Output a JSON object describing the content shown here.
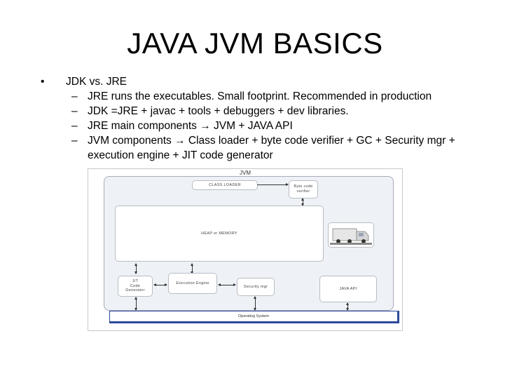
{
  "slide": {
    "title": "JAVA JVM BASICS",
    "bullet_marker": "•",
    "dash_marker": "–",
    "arrow_glyph": "→",
    "bullet": "JDK vs. JRE",
    "sub": {
      "s1": "JRE runs the executables. Small footprint. Recommended in production",
      "s2": "JDK =JRE + javac + tools + debuggers + dev libraries.",
      "s3_pre": "JRE main components ",
      "s3_post": " JVM + JAVA API",
      "s4_pre": "JVM components ",
      "s4_post": " Class loader + byte code verifier + GC + Security mgr + execution engine + JIT code generator"
    }
  },
  "diagram": {
    "jvm": "JVM",
    "class_loader": "CLASS LOADER",
    "verifier_1": "Byte code",
    "verifier_2": "verifier",
    "heap": "HEAP or MEMORY",
    "jit_1": "JIT",
    "jit_2": "Code",
    "jit_3": "Generator",
    "exec": "Execution Engine",
    "security": "Security mgr",
    "java_api": "JAVA API",
    "os": "Operating System",
    "gc_image": "garbage-truck"
  }
}
